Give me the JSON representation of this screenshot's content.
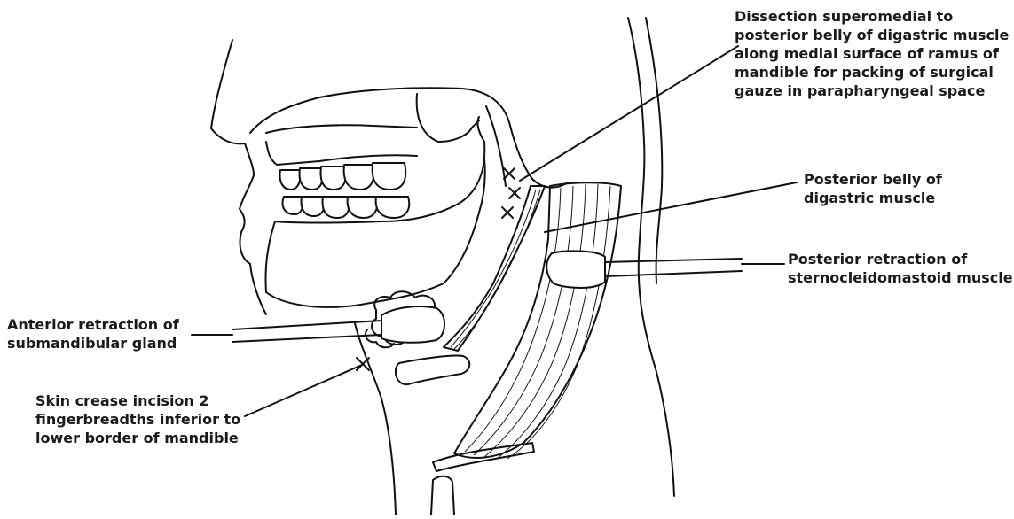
{
  "labels": {
    "dissection": [
      "Dissection superomedial to",
      "posterior belly of digastric muscle",
      "along medial surface of ramus of",
      "mandible for packing of surgical",
      "gauze in parapharyngeal space"
    ],
    "posterior_belly": [
      "Posterior belly of",
      "digastric muscle"
    ],
    "posterior_retraction": [
      "Posterior retraction of",
      "sternocleidomastoid muscle"
    ],
    "anterior_retraction": [
      "Anterior retraction of",
      "submandibular gland"
    ],
    "skin_incision": [
      "Skin crease incision 2",
      "fingerbreadths inferior to",
      "lower border of mandible"
    ]
  },
  "colors": {
    "ink": "#111111",
    "label_text": "#1a1a1a",
    "background": "#ffffff"
  }
}
